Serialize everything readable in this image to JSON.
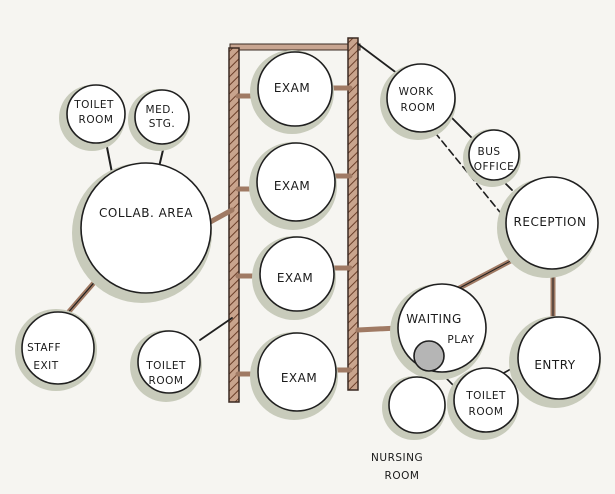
{
  "colors": {
    "background": "#f6f5f1",
    "bubble_fill": "#ffffff",
    "bubble_shadow": "#c8cbbb",
    "outline": "#1f1f1f",
    "link": "#a07a64",
    "corridor": "#9b6a4f",
    "play_fill": "#b5b5b5"
  },
  "rooms": [
    {
      "id": "toilet-room-1",
      "label": [
        "TOILET",
        "ROOM"
      ]
    },
    {
      "id": "med-stg",
      "label": [
        "MED.",
        "STG."
      ]
    },
    {
      "id": "collab-area",
      "label": [
        "COLLAB. AREA"
      ]
    },
    {
      "id": "staff-exit",
      "label": [
        "STAFF",
        "EXIT"
      ]
    },
    {
      "id": "toilet-room-2",
      "label": [
        "TOILET",
        "ROOM"
      ]
    },
    {
      "id": "exam-1",
      "label": [
        "EXAM"
      ]
    },
    {
      "id": "exam-2",
      "label": [
        "EXAM"
      ]
    },
    {
      "id": "exam-3",
      "label": [
        "EXAM"
      ]
    },
    {
      "id": "exam-4",
      "label": [
        "EXAM"
      ]
    },
    {
      "id": "work-room",
      "label": [
        "WORK",
        "ROOM"
      ]
    },
    {
      "id": "bus-office",
      "label": [
        "BUS",
        "OFFICE"
      ]
    },
    {
      "id": "reception",
      "label": [
        "RECEPTION"
      ]
    },
    {
      "id": "waiting",
      "label": [
        "WAITING"
      ]
    },
    {
      "id": "play",
      "label": [
        "PLAY"
      ]
    },
    {
      "id": "entry",
      "label": [
        "ENTRY"
      ]
    },
    {
      "id": "toilet-room-3",
      "label": [
        "TOILET",
        "ROOM"
      ]
    },
    {
      "id": "nursing-room",
      "label": [
        "NURSING",
        "ROOM"
      ]
    }
  ]
}
